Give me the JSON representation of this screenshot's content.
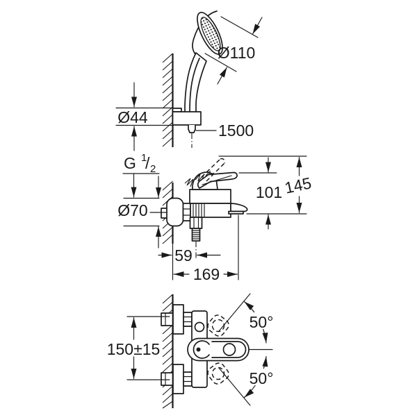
{
  "background_color": "#ffffff",
  "line_color": "#1a1a1a",
  "drawing_type": "faucet installation dimension drawing",
  "views": {
    "hand_shower_wall_holder": {
      "labels": {
        "head_diameter": "Ø110",
        "holder_diameter": "Ø44",
        "hose_length": "1500"
      }
    },
    "mixer_side": {
      "labels": {
        "thread_g": "G",
        "thread_numerator": "1",
        "thread_slash": "/",
        "thread_denominator": "2",
        "escutcheon_diameter": "Ø70",
        "spout_to_lever_top": "101",
        "overall_height": "145",
        "wall_to_shower_outlet": "59",
        "wall_to_spout_tip": "169"
      }
    },
    "mixer_top": {
      "labels": {
        "connection_spacing": "150±15",
        "lever_swivel_up": "50°",
        "lever_swivel_down": "50°"
      }
    }
  }
}
